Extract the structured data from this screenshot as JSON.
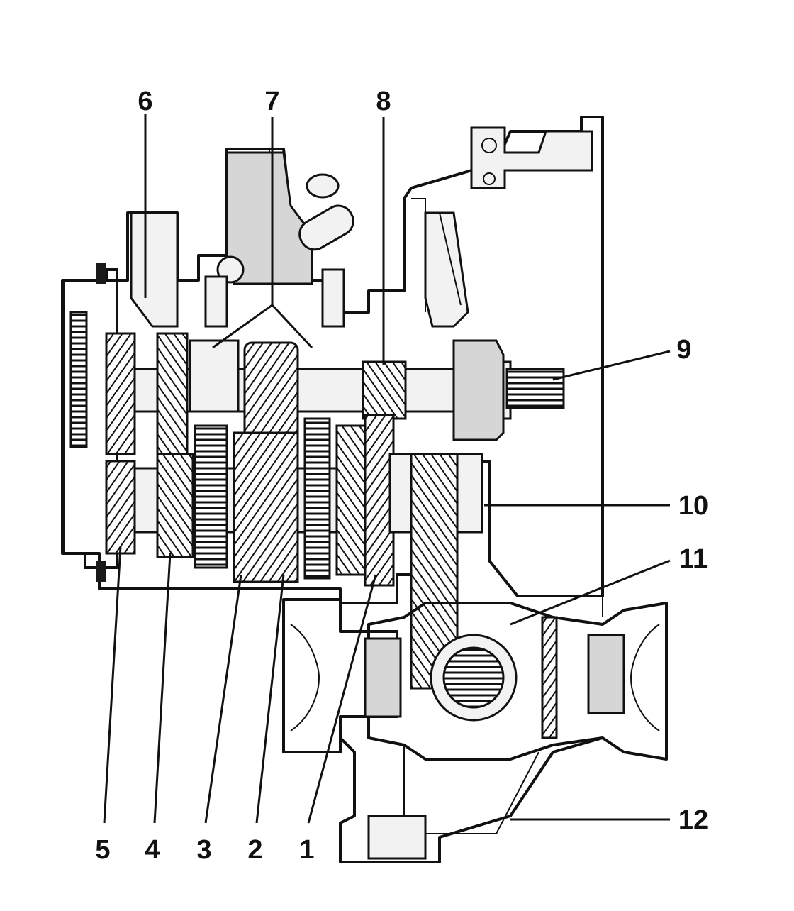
{
  "callouts": [
    {
      "id": "1",
      "label": "1"
    },
    {
      "id": "2",
      "label": "2"
    },
    {
      "id": "3",
      "label": "3"
    },
    {
      "id": "4",
      "label": "4"
    },
    {
      "id": "5",
      "label": "5"
    },
    {
      "id": "6",
      "label": "6"
    },
    {
      "id": "7",
      "label": "7"
    },
    {
      "id": "8",
      "label": "8"
    },
    {
      "id": "9",
      "label": "9"
    },
    {
      "id": "10",
      "label": "10"
    },
    {
      "id": "11",
      "label": "11"
    },
    {
      "id": "12",
      "label": "12"
    }
  ],
  "colors": {
    "ink": "#111111",
    "paper": "#ffffff",
    "shade_light": "#f2f2f2",
    "shade_mid": "#d6d6d6"
  }
}
